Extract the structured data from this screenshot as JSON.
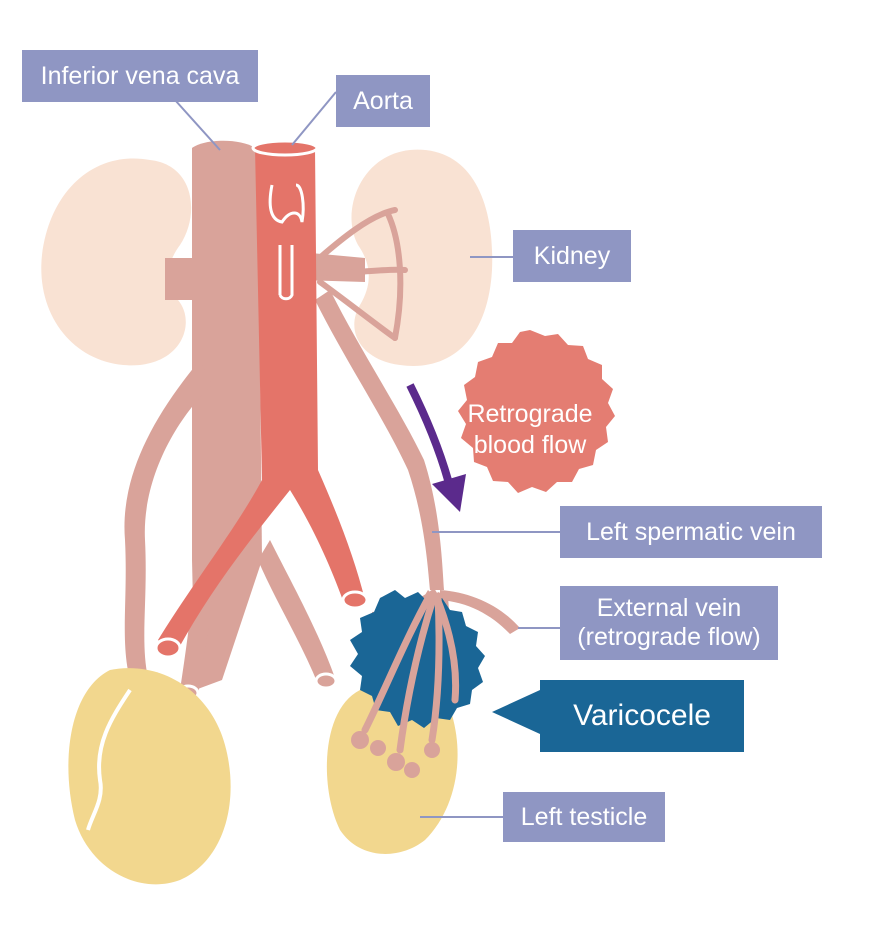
{
  "labels": {
    "ivc": "Inferior vena cava",
    "aorta": "Aorta",
    "kidney": "Kidney",
    "retrograde_line1": "Retrograde",
    "retrograde_line2": "blood flow",
    "spermatic": "Left spermatic vein",
    "external_line1": "External vein",
    "external_line2": "(retrograde flow)",
    "varicocele": "Varicocele",
    "testicle": "Left testicle"
  },
  "colors": {
    "label_bg": "#8f96c3",
    "kidney": "#f9e2d3",
    "vein": "#d9a39a",
    "artery": "#e47469",
    "testicle": "#f2d78e",
    "varicocele": "#1a6696",
    "arrow": "#5b2a8c",
    "retrograde_badge": "#e47d72"
  }
}
